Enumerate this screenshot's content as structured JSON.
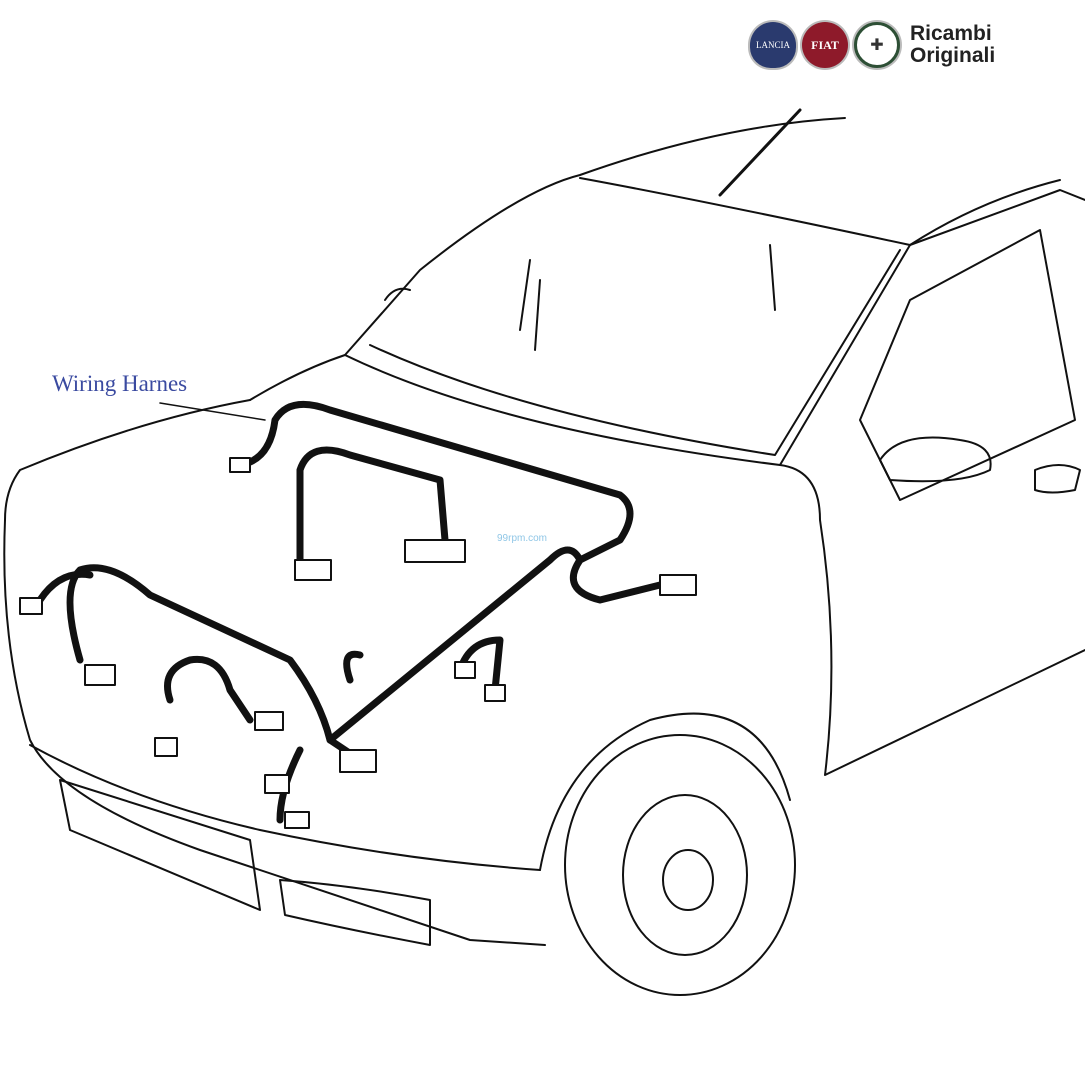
{
  "brand": {
    "logos": [
      "LANCIA",
      "FIAT",
      "ALFA ROMEO"
    ],
    "text_line1": "Ricambi",
    "text_line2": "Originali"
  },
  "diagram": {
    "callout_label": "Wiring Harnes",
    "watermark": "99rpm.com"
  }
}
